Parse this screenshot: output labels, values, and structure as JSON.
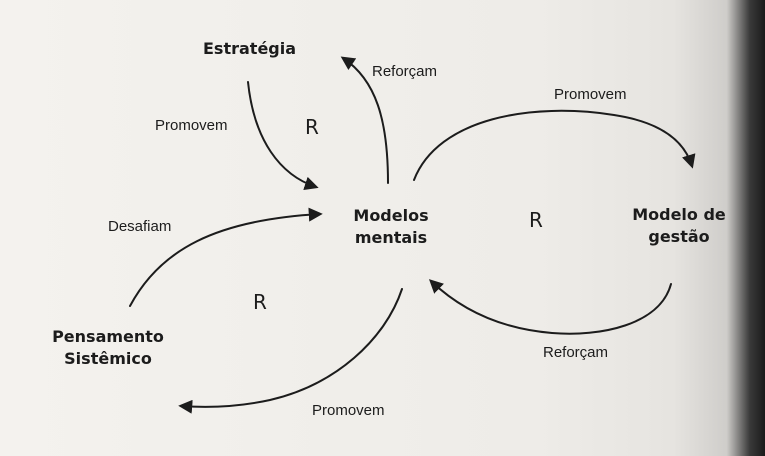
{
  "nodes": {
    "estrategia": "Estratégia",
    "modelos_line1": "Modelos",
    "modelos_line2": "mentais",
    "gestao_line1": "Modelo de",
    "gestao_line2": "gestão",
    "pensamento_line1": "Pensamento",
    "pensamento_line2": "Sistêmico"
  },
  "edges": {
    "promovem_estrategia": "Promovem",
    "reforcam_estrategia": "Reforçam",
    "promovem_gestao": "Promovem",
    "reforcam_gestao": "Reforçam",
    "desafiam": "Desafiam",
    "promovem_pensamento": "Promovem"
  },
  "loop_markers": {
    "r1": "R",
    "r2": "R",
    "r3": "R"
  },
  "colors": {
    "ink": "#1c1c1c",
    "paper": "#f1efeb"
  }
}
